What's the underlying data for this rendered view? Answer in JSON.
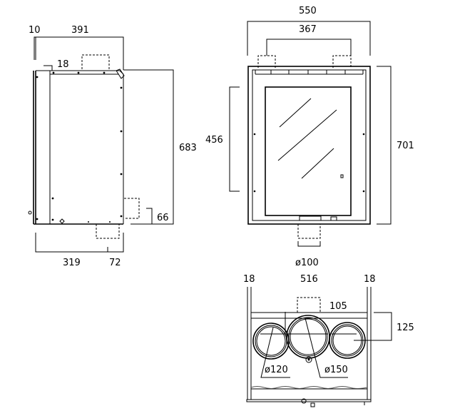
{
  "side_view": {
    "dim_top_left": "10",
    "dim_top": "391",
    "dim_flange": "18",
    "dim_height": "683",
    "dim_outlet": "66",
    "dim_bottom_left": "319",
    "dim_bottom_right": "72"
  },
  "front_view": {
    "dim_width": "550",
    "dim_outlet_spacing": "367",
    "dim_glass_height": "456",
    "dim_height": "701",
    "dim_bottom_outlet": "ø100"
  },
  "top_view": {
    "dim_left": "18",
    "dim_width": "516",
    "dim_right": "18",
    "dim_offset": "105",
    "dim_depth": "125",
    "dim_small_pipe": "ø120",
    "dim_large_pipe": "ø150"
  }
}
